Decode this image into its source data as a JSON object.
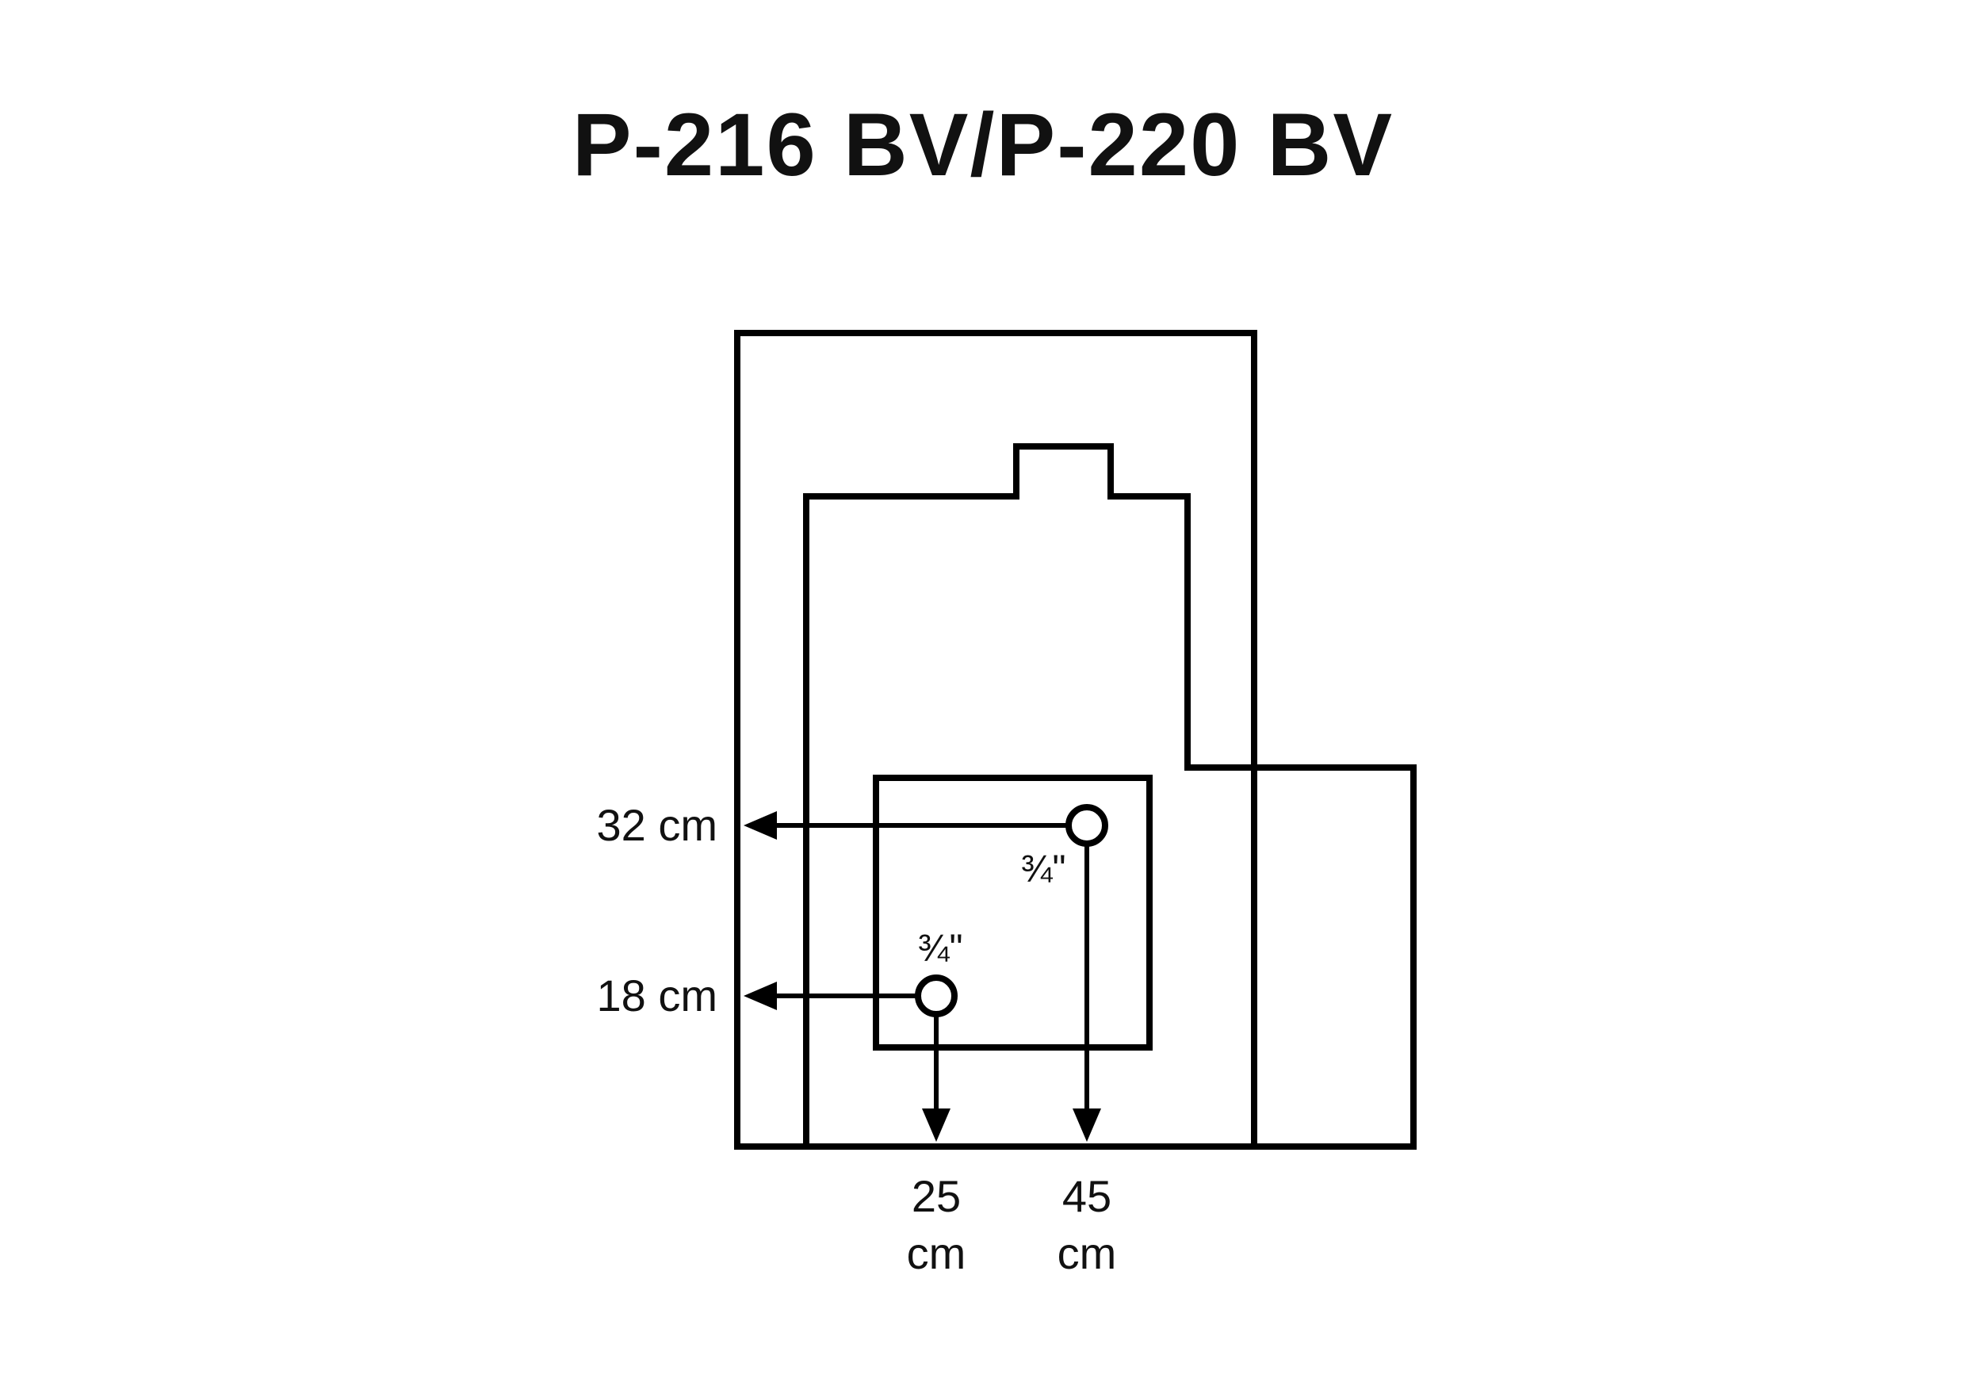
{
  "title": "P-216 BV/P-220 BV",
  "colors": {
    "line": "#000000",
    "text": "#111111",
    "background": "#ffffff"
  },
  "diagram": {
    "left_dimensions": [
      {
        "label": "32 cm"
      },
      {
        "label": "18 cm"
      }
    ],
    "bottom_dimensions": [
      {
        "value": "25",
        "unit": "cm"
      },
      {
        "value": "45",
        "unit": "cm"
      }
    ],
    "ports": [
      {
        "label": "¾\""
      },
      {
        "label": "¾\""
      }
    ]
  }
}
